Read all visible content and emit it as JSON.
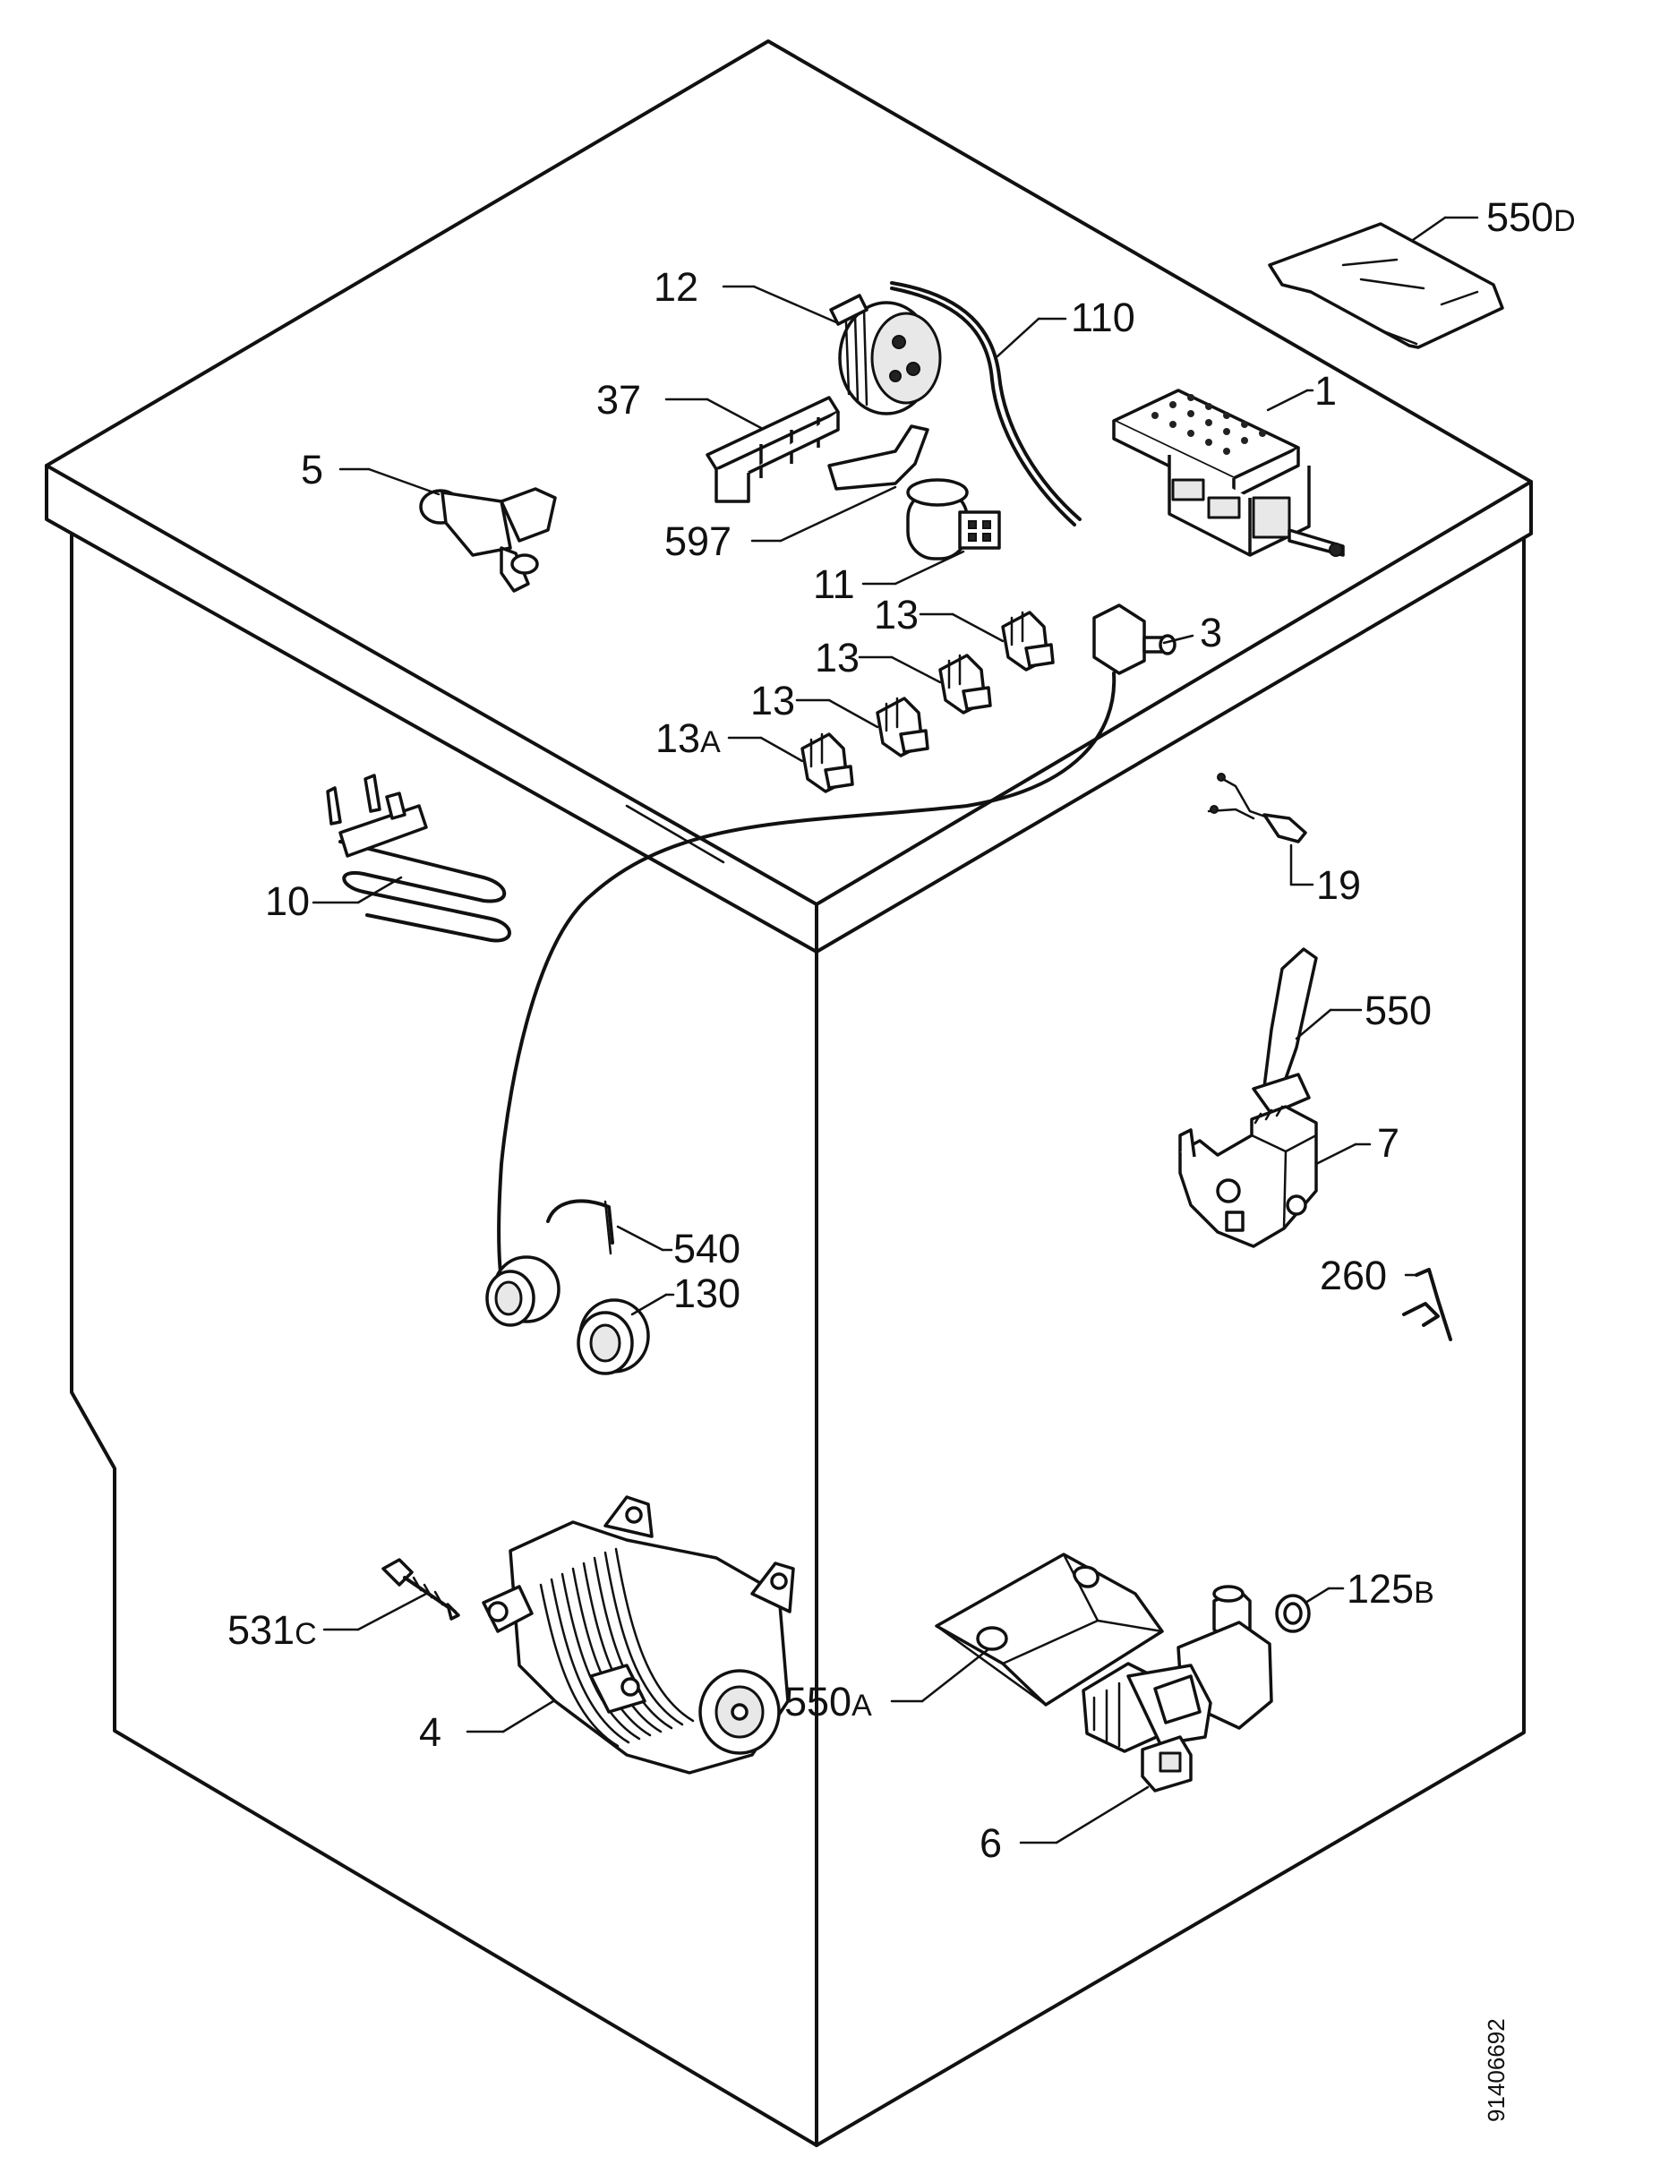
{
  "drawing_code": "91406692",
  "labels": {
    "p550d": {
      "num": "550",
      "suffix": "D"
    },
    "p12": {
      "num": "12"
    },
    "p110": {
      "num": "110"
    },
    "p37": {
      "num": "37"
    },
    "p1": {
      "num": "1"
    },
    "p5": {
      "num": "5"
    },
    "p597": {
      "num": "597"
    },
    "p11": {
      "num": "11"
    },
    "p13a": {
      "num": "13"
    },
    "p3": {
      "num": "3"
    },
    "p13b": {
      "num": "13"
    },
    "p13c": {
      "num": "13"
    },
    "p13A": {
      "num": "13",
      "suffix": "A"
    },
    "p10": {
      "num": "10"
    },
    "p19": {
      "num": "19"
    },
    "p550": {
      "num": "550"
    },
    "p7": {
      "num": "7"
    },
    "p540": {
      "num": "540"
    },
    "p130": {
      "num": "130"
    },
    "p260": {
      "num": "260"
    },
    "p125b": {
      "num": "125",
      "suffix": "B"
    },
    "p531c": {
      "num": "531",
      "suffix": "C"
    },
    "p550a": {
      "num": "550",
      "suffix": "A"
    },
    "p4": {
      "num": "4"
    },
    "p6": {
      "num": "6"
    }
  }
}
